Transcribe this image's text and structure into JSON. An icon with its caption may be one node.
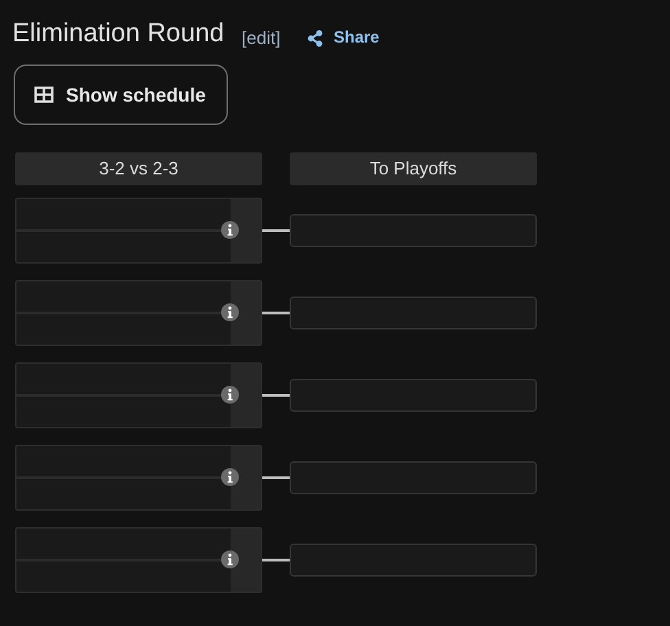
{
  "diagram": {
    "title": "Elimination Round",
    "nodes": [
      {
        "text": [
          "3-2 vs 2-3"
        ]
      },
      {
        "text": [
          "To Playoffs"
        ]
      },
      {
        "text": [],
        "shape": "box"
      },
      {
        "text": [],
        "shape": "box"
      },
      {
        "text": [],
        "shape": "box"
      },
      {
        "text": [],
        "shape": "box"
      },
      {
        "text": [],
        "shape": "box"
      },
      {
        "text": [],
        "shape": "box"
      },
      {
        "text": [],
        "shape": "box"
      },
      {
        "text": [],
        "shape": "box"
      },
      {
        "text": [],
        "shape": "box"
      },
      {
        "text": [],
        "shape": "box"
      }
    ],
    "edges": [
      {
        "from": 2,
        "to": 3,
        "arrow": "none"
      },
      {
        "from": 4,
        "to": 5,
        "arrow": "none"
      },
      {
        "from": 6,
        "to": 7,
        "arrow": "none"
      },
      {
        "from": 8,
        "to": 9,
        "arrow": "none"
      },
      {
        "from": 10,
        "to": 11,
        "arrow": "none"
      }
    ],
    "labels": [
      "[edit]",
      "Share",
      "Show schedule"
    ]
  }
}
